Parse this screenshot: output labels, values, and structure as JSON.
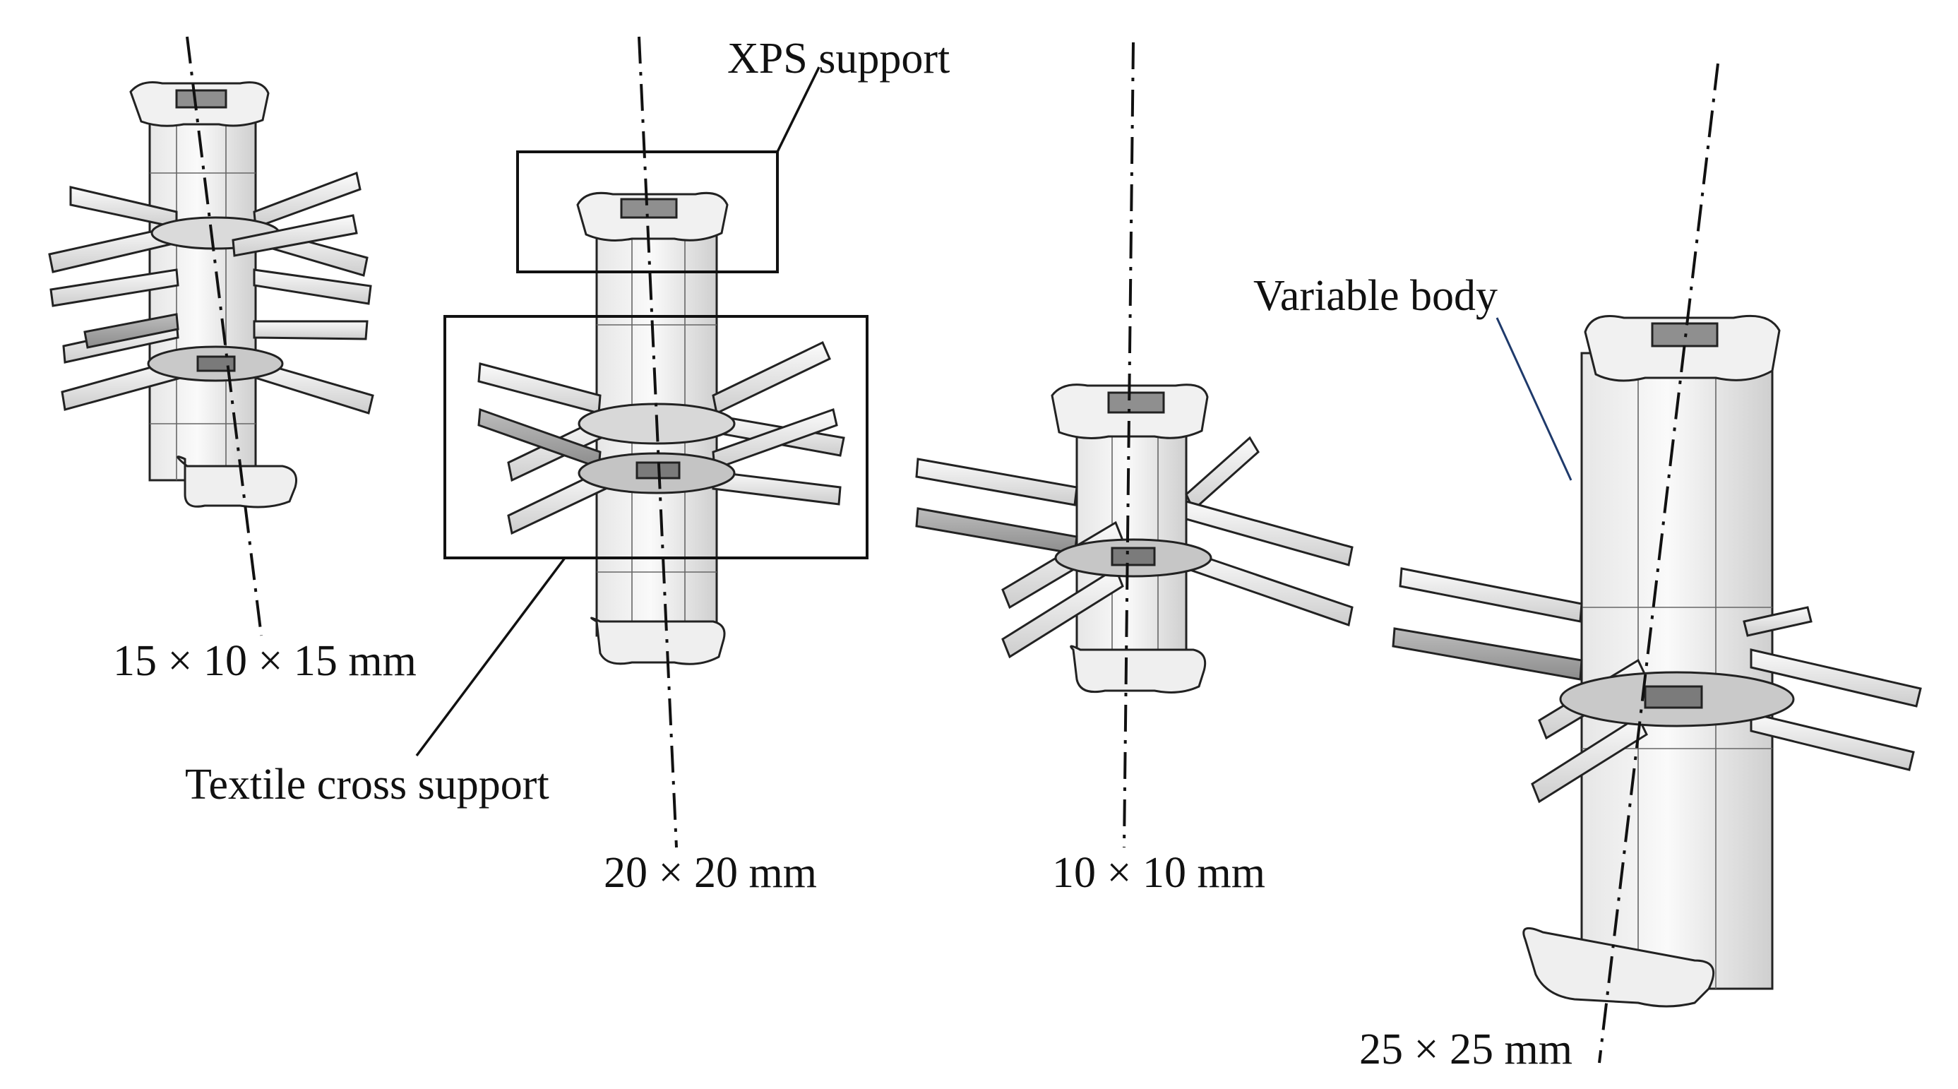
{
  "labels": {
    "specimen_1": "15 × 10 × 15 mm",
    "specimen_2": "20 × 20 mm",
    "specimen_3": "10 × 10 mm",
    "specimen_4": "25 × 25 mm",
    "xps_support": "XPS support",
    "textile_cross_support": "Textile cross support",
    "variable_body": "Variable body"
  },
  "colors": {
    "line": "#111111",
    "surface_light": "#f4f4f4",
    "surface_mid": "#dcdcdc",
    "surface_dark": "#9a9a9a",
    "leader_blue": "#1f3a6b"
  }
}
